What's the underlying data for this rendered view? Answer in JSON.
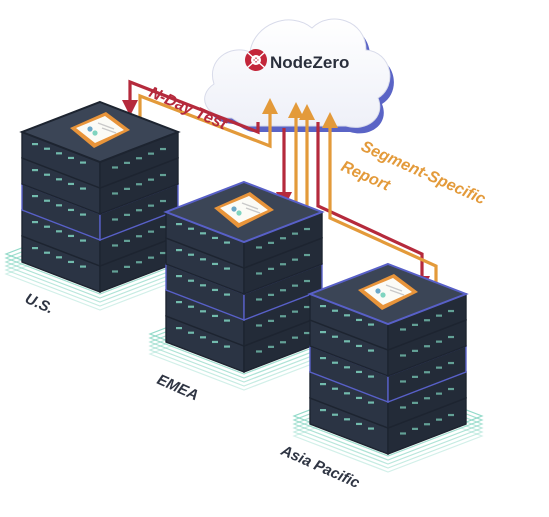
{
  "cloud": {
    "brand": "NodeZero"
  },
  "flows": {
    "test_label": "N-Day Test",
    "report_line1": "Segment-Specific",
    "report_line2": "Report"
  },
  "regions": [
    {
      "label": "U.S."
    },
    {
      "label": "EMEA"
    },
    {
      "label": "Asia Pacific"
    }
  ],
  "colors": {
    "test_arrow": "#b52a3c",
    "report_arrow": "#e39a3a",
    "server_dark": "#2b3444",
    "server_top": "#3b4556",
    "accent_blue": "#5860c8",
    "accent_teal": "#7fd4bf",
    "document": "#e8943a"
  }
}
